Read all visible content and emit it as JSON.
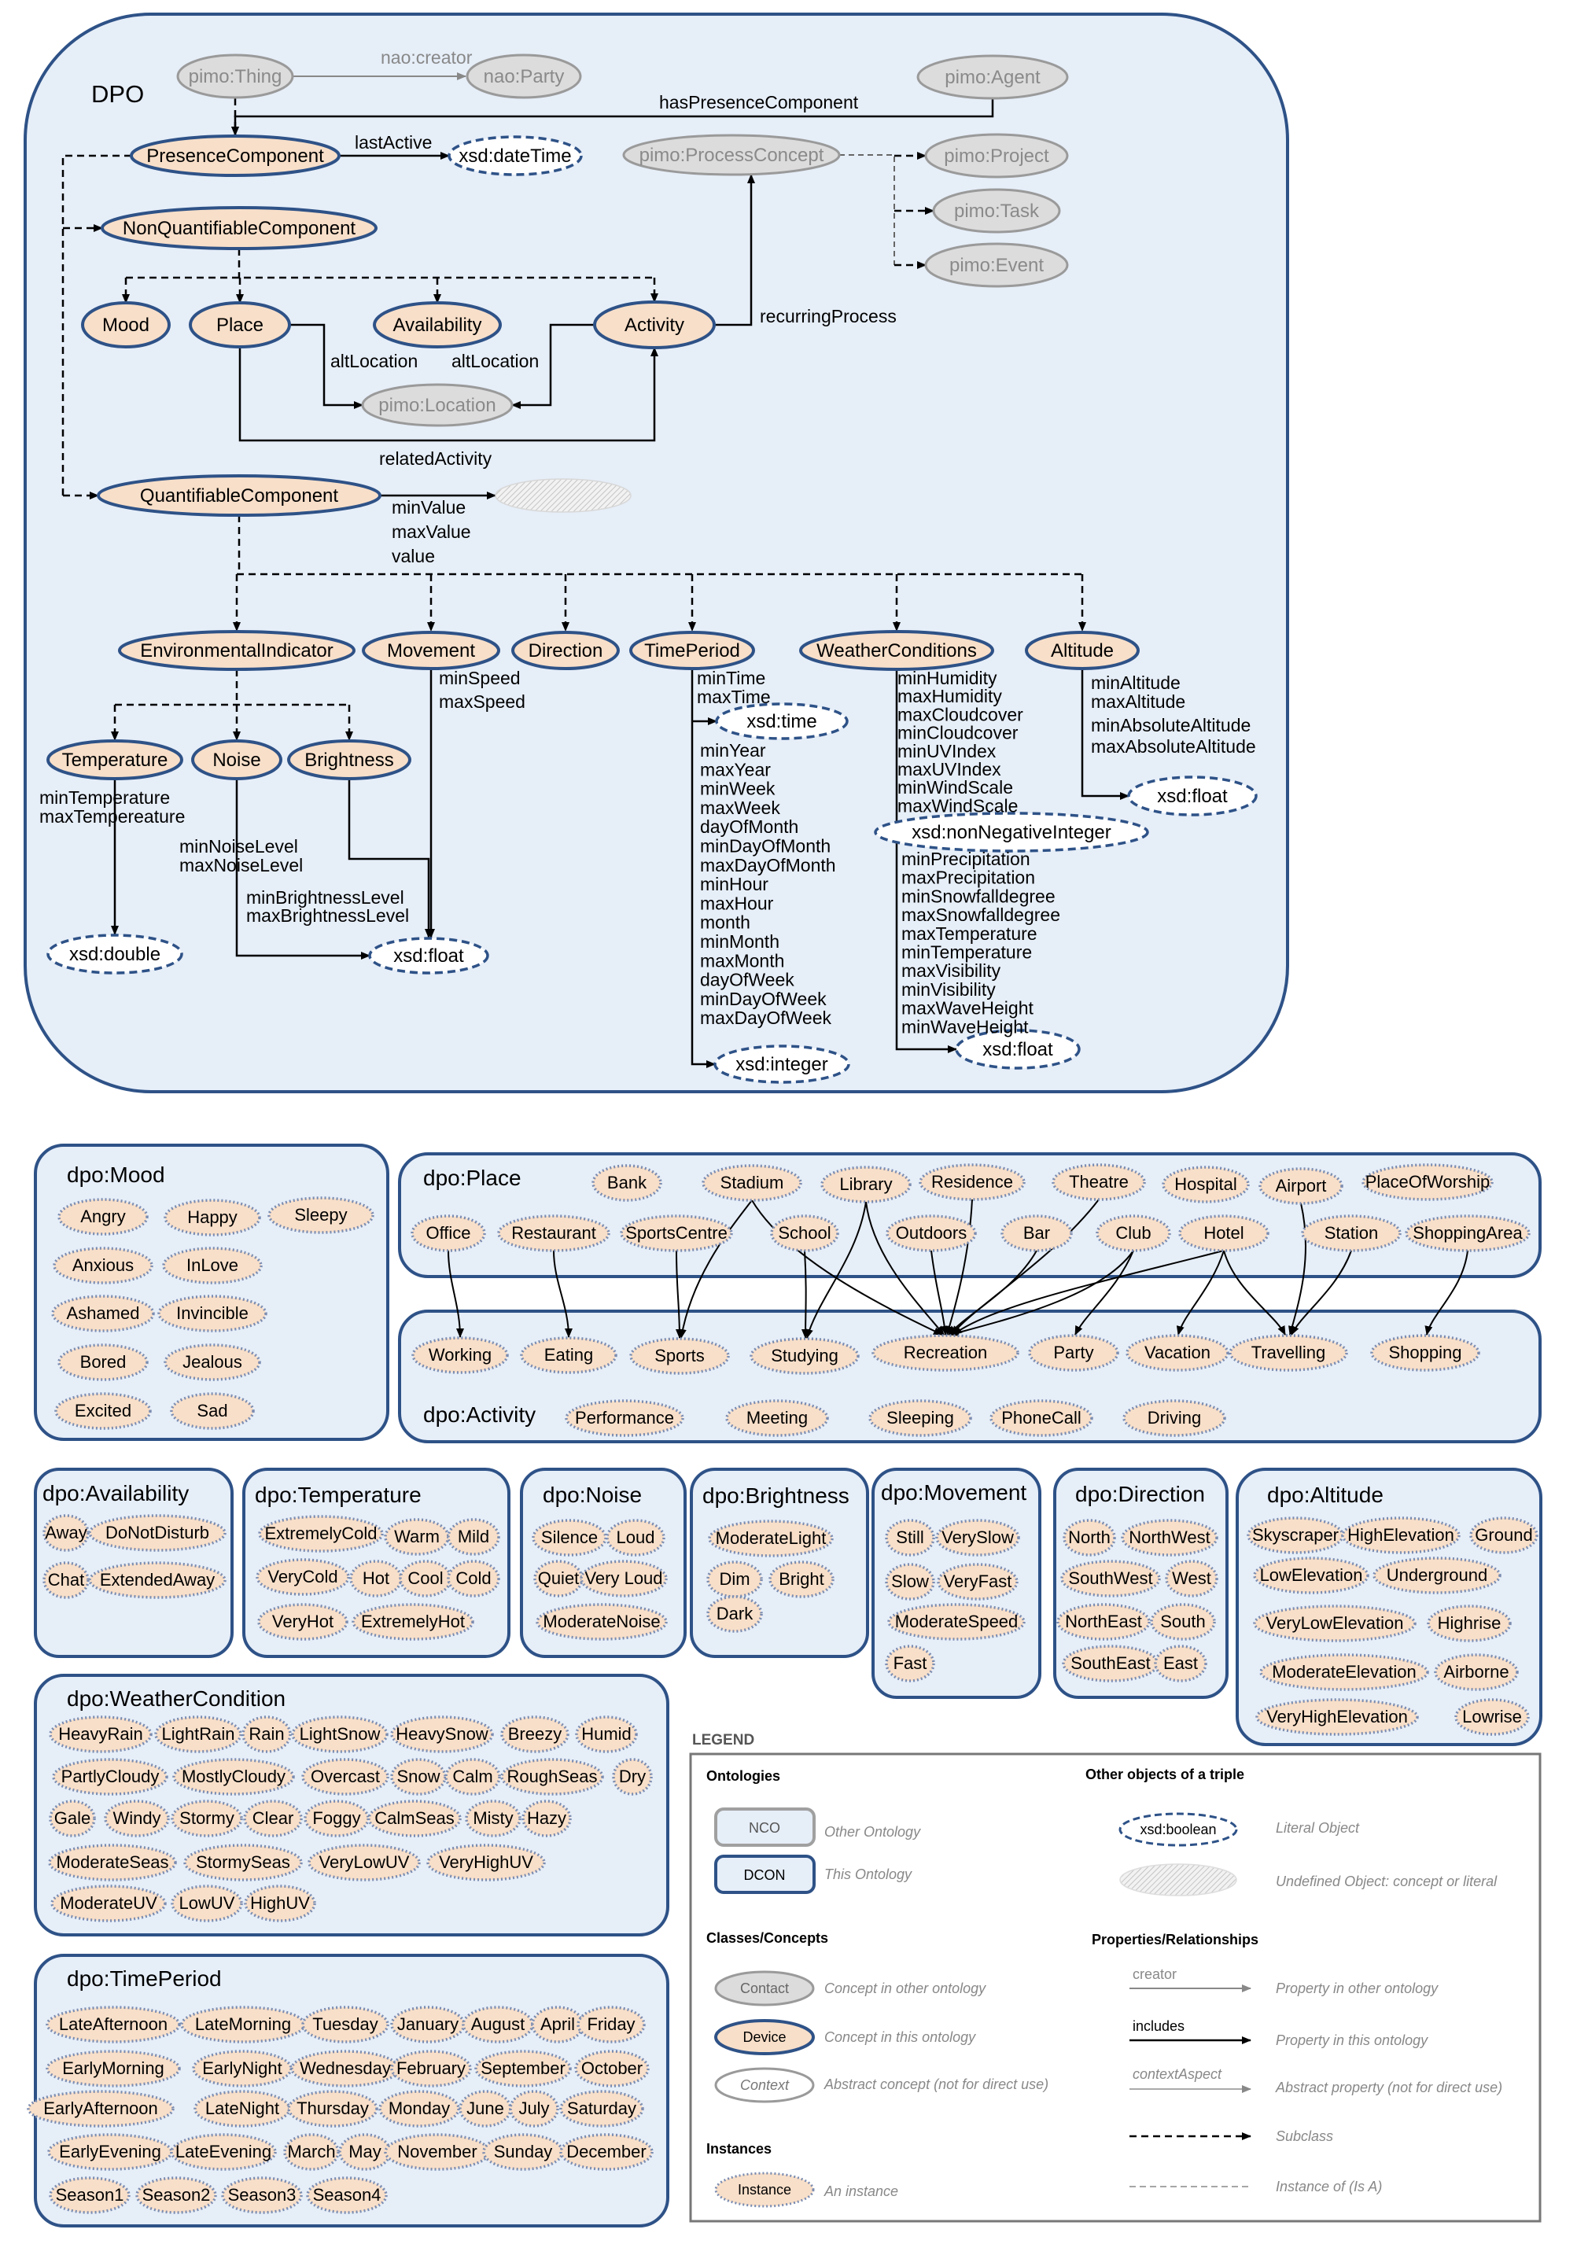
{
  "main": {
    "title": "DPO",
    "nodes": {
      "thing": "pimo:Thing",
      "party": "nao:Party",
      "agent": "pimo:Agent",
      "presence": "PresenceComponent",
      "datetime": "xsd:dateTime",
      "processconcept": "pimo:ProcessConcept",
      "project": "pimo:Project",
      "task": "pimo:Task",
      "event": "pimo:Event",
      "nonquant": "NonQuantifiableComponent",
      "mood": "Mood",
      "place": "Place",
      "availability": "Availability",
      "activity": "Activity",
      "location": "pimo:Location",
      "quant": "QuantifiableComponent",
      "envind": "EnvironmentalIndicator",
      "movement": "Movement",
      "direction": "Direction",
      "timeperiod": "TimePeriod",
      "weather": "WeatherConditions",
      "altitude": "Altitude",
      "temperature": "Temperature",
      "noise": "Noise",
      "brightness": "Brightness",
      "double1": "xsd:double",
      "float1": "xsd:float",
      "time1": "xsd:time",
      "integer1": "xsd:integer",
      "nonneg": "xsd:nonNegativeInteger",
      "float2": "xsd:float",
      "float3": "xsd:float"
    },
    "labels": {
      "creator": "nao:creator",
      "hasPresence": "hasPresenceComponent",
      "lastActive": "lastActive",
      "recurring": "recurringProcess",
      "altLoc1": "altLocation",
      "altLoc2": "altLocation",
      "relatedActivity": "relatedActivity",
      "minValue": "minValue",
      "maxValue": "maxValue",
      "value": "value",
      "minSpeed": "minSpeed",
      "maxSpeed": "maxSpeed",
      "minTemp": "minTemperature",
      "maxTemp": "maxTempereature",
      "minNoise": "minNoiseLevel",
      "maxNoise": "maxNoiseLevel",
      "minBright": "minBrightnessLevel",
      "maxBright": "maxBrightnessLevel",
      "minAltitude": "minAltitude",
      "maxAltitude": "maxAltitude",
      "minAbsAlt": "minAbsoluteAltitude",
      "maxAbsAlt": "maxAbsoluteAltitude"
    },
    "time_props_a": [
      "minTime",
      "maxTime"
    ],
    "time_props_b": [
      "minYear",
      "maxYear",
      "minWeek",
      "maxWeek",
      "dayOfMonth",
      "minDayOfMonth",
      "maxDayOfMonth",
      "minHour",
      "maxHour",
      "month",
      "minMonth",
      "maxMonth",
      "dayOfWeek",
      "minDayOfWeek",
      "maxDayOfWeek"
    ],
    "weather_props_a": [
      "minHumidity",
      "maxHumidity",
      "maxCloudcover",
      "minCloudcover",
      "minUVIndex",
      "maxUVIndex",
      "minWindScale",
      "maxWindScale"
    ],
    "weather_props_b": [
      "minPrecipitation",
      "maxPrecipitation",
      "minSnowfalldegree",
      "maxSnowfalldegree",
      "maxTemperature",
      "minTemperature",
      "maxVisibility",
      "minVisibility",
      "maxWaveHeight",
      "minWaveHeight"
    ]
  },
  "mood": {
    "title": "dpo:Mood",
    "instances": [
      "Angry",
      "Happy",
      "Sleepy",
      "Anxious",
      "InLove",
      "Ashamed",
      "Invincible",
      "Bored",
      "Jealous",
      "Excited",
      "Sad"
    ]
  },
  "place": {
    "title": "dpo:Place",
    "instances": [
      "Bank",
      "Stadium",
      "Library",
      "Residence",
      "Theatre",
      "Hospital",
      "Airport",
      "PlaceOfWorship",
      "Office",
      "Restaurant",
      "SportsCentre",
      "School",
      "Outdoors",
      "Bar",
      "Club",
      "Hotel",
      "Station",
      "ShoppingArea"
    ]
  },
  "activity": {
    "title": "dpo:Activity",
    "instances": [
      "Working",
      "Eating",
      "Sports",
      "Studying",
      "Recreation",
      "Party",
      "Vacation",
      "Travelling",
      "Shopping",
      "Performance",
      "Meeting",
      "Sleeping",
      "PhoneCall",
      "Driving"
    ]
  },
  "availability": {
    "title": "dpo:Availability",
    "instances": [
      "Away",
      "DoNotDisturb",
      "Chat",
      "ExtendedAway"
    ]
  },
  "temperature": {
    "title": "dpo:Temperature",
    "instances": [
      "ExtremelyCold",
      "Warm",
      "Mild",
      "VeryCold",
      "Hot",
      "Cool",
      "Cold",
      "VeryHot",
      "ExtremelyHot"
    ]
  },
  "noise": {
    "title": "dpo:Noise",
    "instances": [
      "Silence",
      "Loud",
      "Quiet",
      "Very Loud",
      "ModerateNoise"
    ]
  },
  "brightness": {
    "title": "dpo:Brightness",
    "instances": [
      "ModerateLight",
      "Dim",
      "Bright",
      "Dark"
    ]
  },
  "movement": {
    "title": "dpo:Movement",
    "instances": [
      "Still",
      "VerySlow",
      "Slow",
      "VeryFast",
      "ModerateSpeed",
      "Fast"
    ]
  },
  "direction": {
    "title": "dpo:Direction",
    "instances": [
      "North",
      "NorthWest",
      "SouthWest",
      "West",
      "NorthEast",
      "South",
      "SouthEast",
      "East"
    ]
  },
  "altitude": {
    "title": "dpo:Altitude",
    "instances": [
      "Skyscraper",
      "HighElevation",
      "Ground",
      "LowElevation",
      "Underground",
      "VeryLowElevation",
      "Highrise",
      "ModerateElevation",
      "Airborne",
      "VeryHighElevation",
      "Lowrise"
    ]
  },
  "weather": {
    "title": "dpo:WeatherCondition",
    "instances": [
      "HeavyRain",
      "LightRain",
      "Rain",
      "LightSnow",
      "HeavySnow",
      "Breezy",
      "Humid",
      "PartlyCloudy",
      "MostlyCloudy",
      "Overcast",
      "Snow",
      "Calm",
      "RoughSeas",
      "Dry",
      "Gale",
      "Windy",
      "Stormy",
      "Clear",
      "Foggy",
      "CalmSeas",
      "Misty",
      "Hazy",
      "ModerateSeas",
      "StormySeas",
      "VeryLowUV",
      "VeryHighUV",
      "ModerateUV",
      "LowUV",
      "HighUV"
    ]
  },
  "timeperiod": {
    "title": "dpo:TimePeriod",
    "instances": [
      "LateAfternoon",
      "LateMorning",
      "Tuesday",
      "January",
      "August",
      "April",
      "Friday",
      "EarlyMorning",
      "EarlyNight",
      "Wednesday",
      "February",
      "September",
      "October",
      "EarlyAfternoon",
      "LateNight",
      "Thursday",
      "Monday",
      "June",
      "July",
      "Saturday",
      "EarlyEvening",
      "LateEvening",
      "March",
      "May",
      "November",
      "Sunday",
      "December",
      "Season1",
      "Season2",
      "Season3",
      "Season4"
    ]
  },
  "legend": {
    "title": "LEGEND",
    "ontologies_heading": "Ontologies",
    "other_objects_heading": "Other objects of a triple",
    "nco": "NCO",
    "nco_desc": "Other Ontology",
    "dcon": "DCON",
    "dcon_desc": "This Ontology",
    "literal": "xsd:boolean",
    "literal_desc": "Literal Object",
    "undefined_desc": "Undefined Object: concept or literal",
    "classes_heading": "Classes/Concepts",
    "props_heading": "Properties/Relationships",
    "contact": "Contact",
    "contact_desc": "Concept in other ontology",
    "device": "Device",
    "device_desc": "Concept in this ontology",
    "context": "Context",
    "context_desc": "Abstract concept (not for direct use)",
    "creator": "creator",
    "creator_desc": "Property in other ontology",
    "includes": "includes",
    "includes_desc": "Property in this ontology",
    "contextAspect": "contextAspect",
    "contextAspect_desc": "Abstract property (not for direct use)",
    "subclass_desc": "Subclass",
    "instanceof_desc": "Instance of (Is A)",
    "instances_heading": "Instances",
    "instance": "Instance",
    "instance_desc": "An instance"
  },
  "colors": {
    "panel_fill": "#e6eef8",
    "panel_stroke": "#2e5287",
    "concept_fill": "#f8dfc9",
    "concept_stroke": "#2e5287",
    "other_fill": "#dcdcdc",
    "other_stroke": "#9a9a9a",
    "other_text": "#8a8a8a",
    "instance_stroke": "#7b8cb0"
  }
}
